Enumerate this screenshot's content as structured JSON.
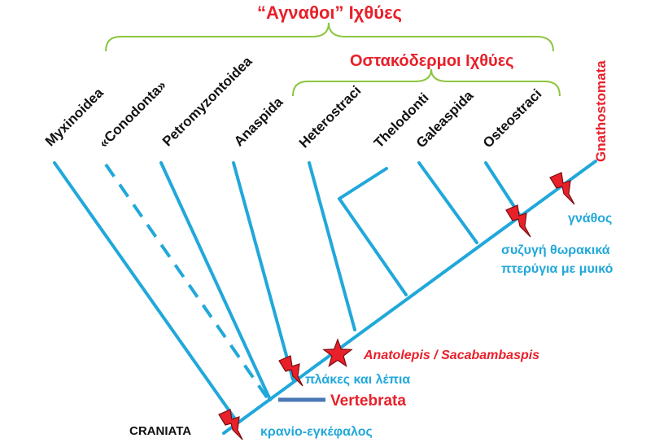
{
  "brackets": {
    "agnatha_label": "“Αγναθοι” Ιχθύες",
    "ostracoderms_label": "Οστακόδερμοι Ιχθύες"
  },
  "taxa": [
    "Myxinoidea",
    "«Conodonta»",
    "Petromyzontoidea",
    "Anaspida",
    "Heterostraci",
    "Thelodonti",
    "Galeaspida",
    "Osteostraci"
  ],
  "gnathostomata_label": "Gnathostomata",
  "nodes": {
    "craniata": "CRANIATA",
    "vertebrata": "Vertebrata"
  },
  "characters": {
    "cranium": "κρανίο-εγκέφαλος",
    "plates": "πλάκες και λέπια",
    "paired_fins_line1": "συζυγή θωρακικά",
    "paired_fins_line2": "πτερύγια με μυικό",
    "jaws": "γνάθος"
  },
  "fossils": {
    "label": "Anatolepis / Sacabambaspis"
  },
  "colors": {
    "tree": "#21a8da",
    "bracket": "#8cc63f",
    "red_label": "#e8202a",
    "vertebrata_bar": "#4a78b5",
    "lightning": "#e8202a",
    "star": "#e8202a"
  },
  "icons": {
    "character_marker": "lightning-icon",
    "fossil_marker": "star-icon"
  }
}
